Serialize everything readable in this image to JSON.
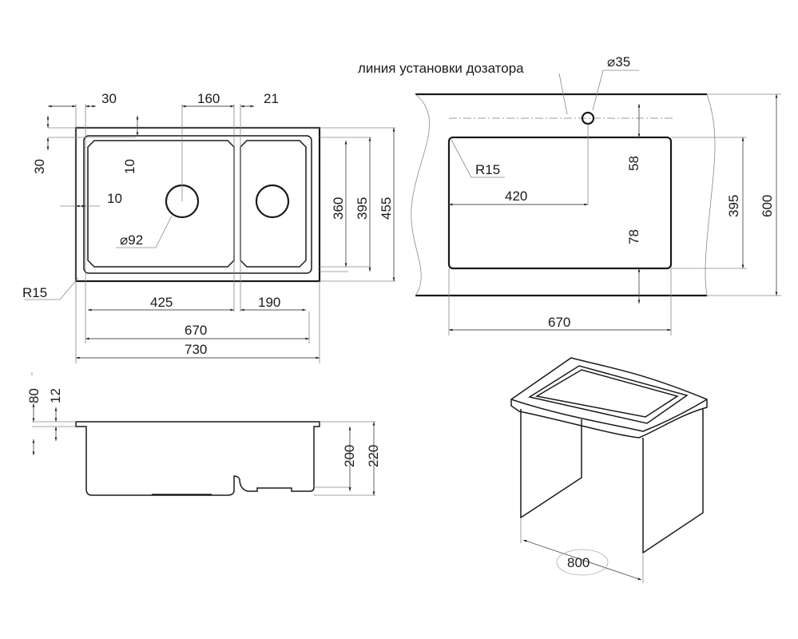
{
  "top_view": {
    "dims": {
      "flange_left": "30",
      "drain_offset": "160",
      "divider": "21",
      "flange_top": "30",
      "bowl_inset_top": "10",
      "bowl_inset_left": "10",
      "drain_diameter": "⌀92",
      "corner_radius": "R15",
      "left_bowl_width": "425",
      "right_bowl_width": "190",
      "inner_width": "670",
      "overall_width": "730",
      "bowl_depth": "360",
      "inner_depth": "395",
      "overall_depth": "455"
    }
  },
  "cutout_view": {
    "dispenser_line_label": "линия установки дозатора",
    "dispenser_hole": "⌀35",
    "dims": {
      "corner_radius": "R15",
      "hole_offset": "420",
      "top_margin": "58",
      "bottom_margin": "78",
      "cutout_depth": "395",
      "worktop_depth": "600",
      "cutout_width": "670"
    }
  },
  "side_view": {
    "dims": {
      "top_height": "80",
      "flange_thickness": "12",
      "bowl_depth": "200",
      "overall_height": "220"
    }
  },
  "cabinet_view": {
    "min_cabinet_width": "800"
  }
}
